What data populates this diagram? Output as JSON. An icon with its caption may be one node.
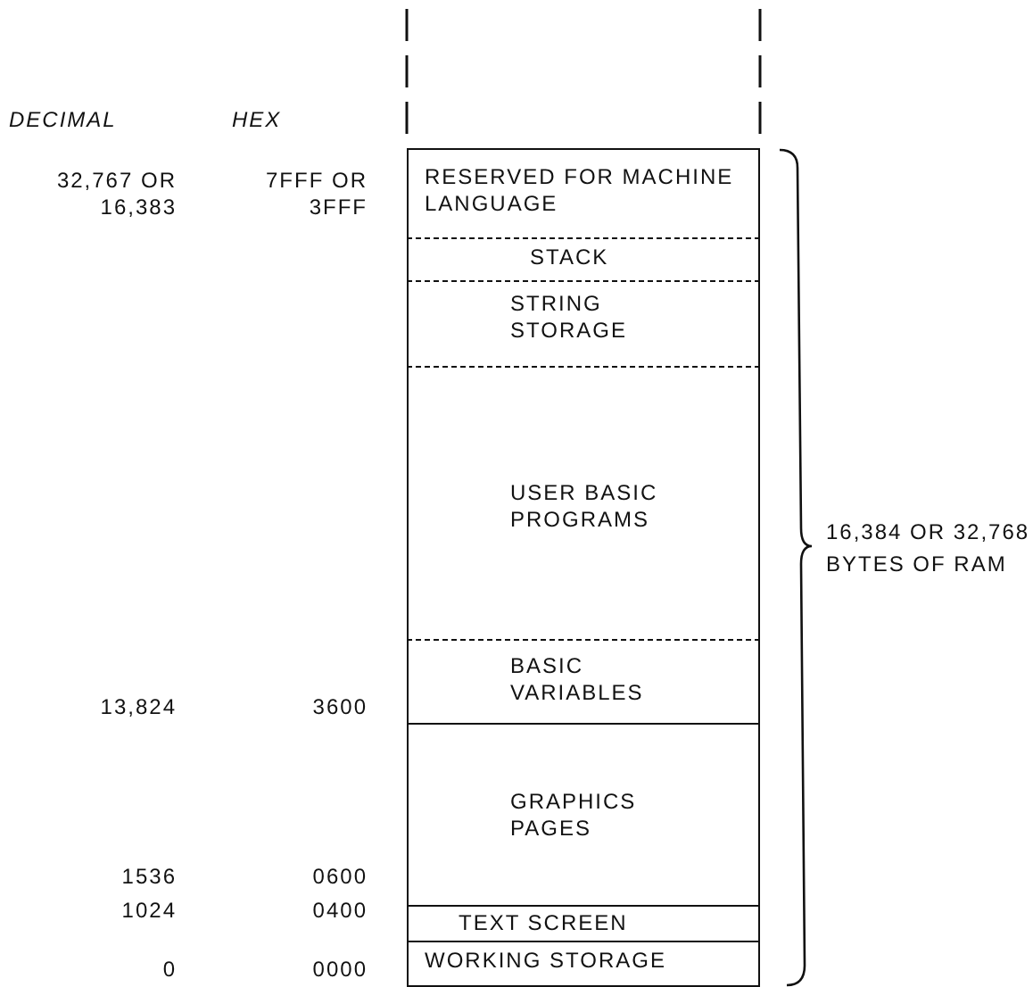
{
  "diagram": {
    "nodes": [
      {
        "text": [
          "RESERVED FOR MACHINE LANGUAGE"
        ]
      },
      {
        "text": [
          "STACK"
        ]
      },
      {
        "text": [
          "STRING STORAGE"
        ]
      },
      {
        "text": [
          "USER BASIC PROGRAMS"
        ]
      },
      {
        "text": [
          "BASIC VARIABLES"
        ]
      },
      {
        "text": [
          "GRAPHICS PAGES"
        ]
      },
      {
        "text": [
          "TEXT SCREEN"
        ]
      },
      {
        "text": [
          "WORKING STORAGE"
        ]
      }
    ],
    "edges": [],
    "labels": [
      "DECIMAL",
      "HEX",
      "32,767 OR 16,383",
      "7FFF OR 3FFF",
      "16,384 OR 32,768 BYTES OF RAM",
      "13,824",
      "3600",
      "1536",
      "0600",
      "1024",
      "0400",
      "0",
      "0000"
    ]
  }
}
